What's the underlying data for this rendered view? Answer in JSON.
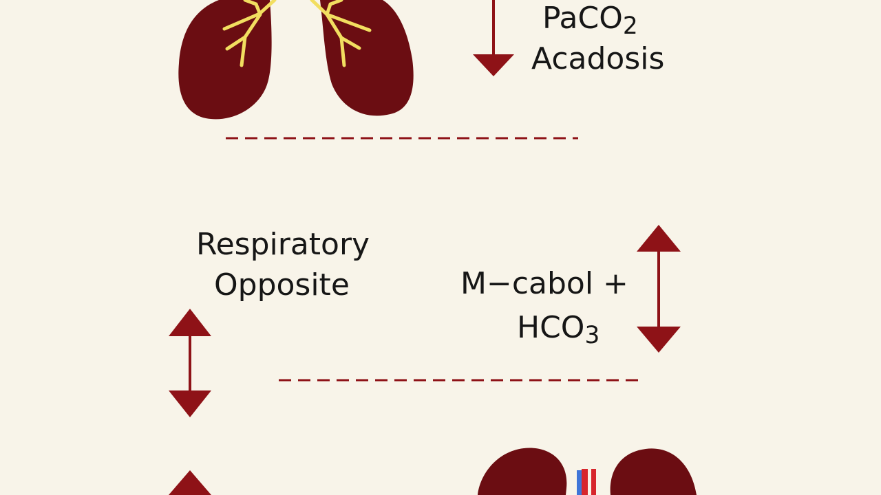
{
  "labels": {
    "top_line1_main": "PaCO",
    "top_line1_sub": "2",
    "top_line2": "Acadosis",
    "middle_left_line1": "Respiratory",
    "middle_left_line2": "Opposite",
    "right_line1": "M−cabol +",
    "right_line2_main": "HCO",
    "right_line2_sub": "3"
  },
  "icons": {
    "lungs": "lungs-icon",
    "kidneys": "kidneys-icon",
    "arrow_down": "arrow-down-icon",
    "arrow_updown": "arrow-up-down-icon",
    "arrow_up": "arrow-up-icon"
  },
  "colors": {
    "background": "#f8f4e9",
    "organ": "#6b0d12",
    "arrow": "#8e1217",
    "bronchi": "#f2de60",
    "text": "#161616",
    "divider": "#8e1217",
    "vessel_red": "#d7262d",
    "vessel_blue": "#3f75d8"
  }
}
